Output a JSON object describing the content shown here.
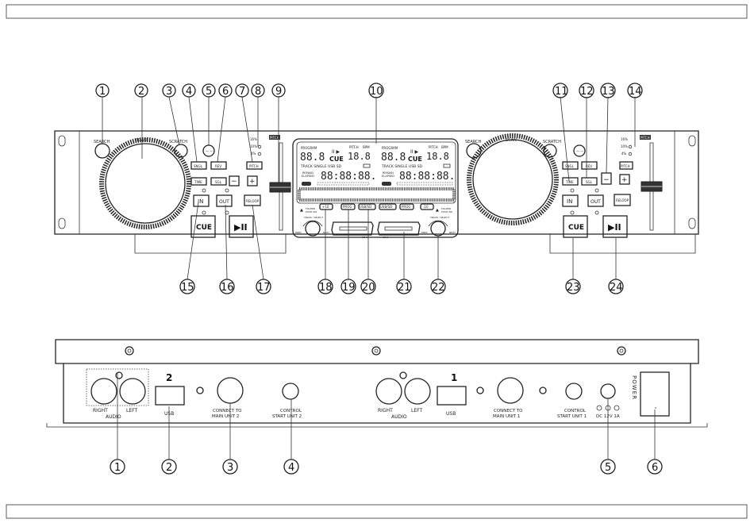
{
  "front": {
    "left_deck": {
      "search": "SEARCH",
      "scan": "SCAN",
      "scratch": "SCRATCH",
      "pitch_pct": [
        "16%",
        "10%",
        "4%"
      ],
      "pitch_title": "PITCH",
      "small_keys": [
        "SNGL",
        "REV",
        "PITCH",
        "TIME",
        "SGL"
      ],
      "minus": "−",
      "plus": "+",
      "in": "IN",
      "out": "OUT",
      "reloop": "RELOOP",
      "cue": "CUE",
      "play": "▶II"
    },
    "right_deck": {
      "search": "SEARCH",
      "scan": "SCAN",
      "scratch": "SCRATCH",
      "pitch_pct": [
        "16%",
        "10%",
        "4%"
      ],
      "pitch_title": "PITCH",
      "small_keys": [
        "SNGL",
        "REV",
        "PITCH",
        "TIME",
        "SGL"
      ],
      "minus": "−",
      "plus": "+",
      "in": "IN",
      "out": "OUT",
      "reloop": "RELOOP",
      "cue": "CUE",
      "play": "▶II"
    },
    "display": {
      "program": "PROGRAM",
      "pitch": "PITCH",
      "bpm": "BPM",
      "digits": "88.8",
      "bpm_digits": "18.8",
      "cue": "CUE",
      "track_line": "TRACK SINGLE USB SD",
      "remain": "REMAIN",
      "elapsed": "ELAPSED",
      "time_digits": "88:88:88.",
      "buttons": [
        "+10",
        "PROG",
        "USB/SD",
        "USB/SD",
        "PROG",
        "-10"
      ],
      "folder": "FOLDER",
      "push_on": "PUSH ON",
      "track_select": "TRACK / SELECT",
      "prev": "PREV",
      "next": "NEXT",
      "sd1": "SD 1",
      "sd2": "SD 2"
    },
    "callouts": [
      "1",
      "2",
      "3",
      "4",
      "5",
      "6",
      "7",
      "8",
      "9",
      "10",
      "11",
      "12",
      "13",
      "14",
      "15",
      "16",
      "17",
      "18",
      "19",
      "20",
      "21",
      "22",
      "23",
      "24"
    ]
  },
  "rear": {
    "unit2": {
      "number": "2",
      "right": "RIGHT",
      "left": "LEFT",
      "audio": "AUDIO",
      "usb": "USB",
      "connect": "CONNECT TO",
      "connect2": "MAIN UNIT 2",
      "control": "CONTROL",
      "control2": "START UNIT 2"
    },
    "unit1": {
      "number": "1",
      "right": "RIGHT",
      "left": "LEFT",
      "audio": "AUDIO",
      "usb": "USB",
      "connect": "CONNECT TO",
      "connect2": "MAIN UNIT 1",
      "control": "CONTROL",
      "control2": "START UNIT 1"
    },
    "dc": "DC 12V 1A",
    "power": "POWER",
    "callouts": [
      "1",
      "2",
      "3",
      "4",
      "5",
      "6"
    ]
  }
}
